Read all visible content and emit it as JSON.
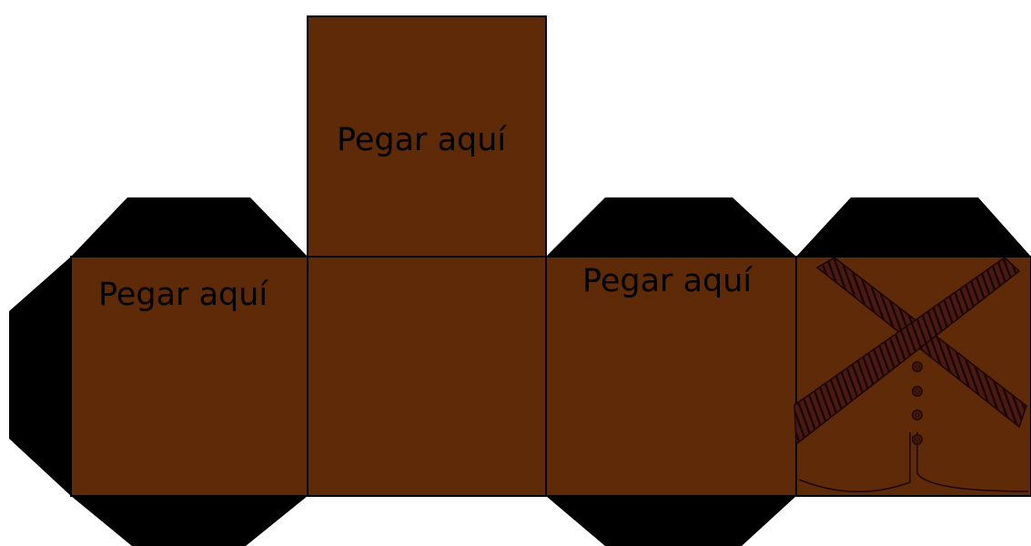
{
  "labels": {
    "top_flap": "Pegar aquí",
    "left_face": "Pegar aquí",
    "right_face": "Pegar aquí"
  },
  "colors": {
    "face": "#5f2a08",
    "flap": "#000000",
    "stroke": "#000000",
    "text": "#000000",
    "bandolier": "#4a1a12",
    "bandolier_stripes": "#1a0604",
    "button": "#3a150a"
  }
}
